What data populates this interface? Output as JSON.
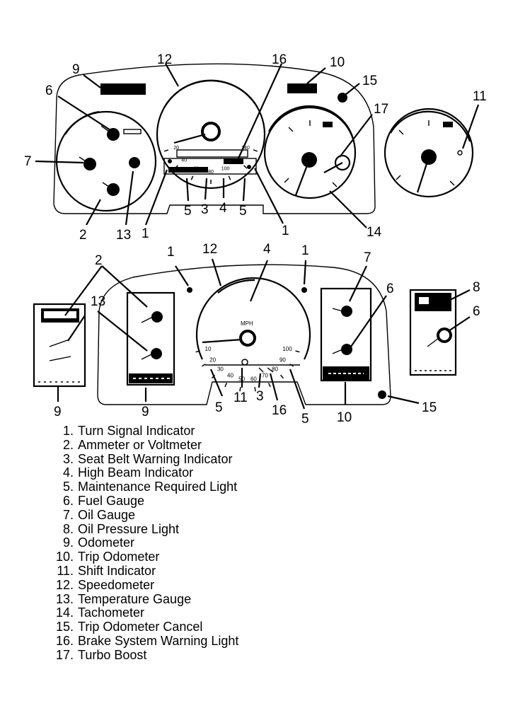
{
  "top_cluster": {
    "callouts": [
      "9",
      "12",
      "16",
      "10",
      "15",
      "6",
      "17",
      "11",
      "7",
      "5",
      "3",
      "4",
      "5",
      "2",
      "13",
      "1",
      "1",
      "14"
    ],
    "speedometer_ticks": [
      "20",
      "40",
      "60",
      "80",
      "100",
      "120",
      "140"
    ]
  },
  "bottom_cluster": {
    "callouts": [
      "2",
      "12",
      "4",
      "1",
      "1",
      "7",
      "13",
      "6",
      "8",
      "9",
      "9",
      "5",
      "11",
      "3",
      "16",
      "5",
      "10",
      "15"
    ],
    "speedometer_ticks": [
      "10",
      "20",
      "30",
      "40",
      "50",
      "60",
      "70",
      "80",
      "90",
      "100"
    ],
    "speed_unit": "MPH"
  },
  "legend": [
    {
      "num": "1.",
      "label": "Turn Signal Indicator"
    },
    {
      "num": "2.",
      "label": "Ammeter or Voltmeter"
    },
    {
      "num": "3.",
      "label": "Seat Belt Warning Indicator"
    },
    {
      "num": "4.",
      "label": "High Beam Indicator"
    },
    {
      "num": "5.",
      "label": "Maintenance Required Light"
    },
    {
      "num": "6.",
      "label": "Fuel Gauge"
    },
    {
      "num": "7.",
      "label": "Oil Gauge"
    },
    {
      "num": "8.",
      "label": "Oil Pressure Light"
    },
    {
      "num": "9.",
      "label": "Odometer"
    },
    {
      "num": "10.",
      "label": "Trip Odometer"
    },
    {
      "num": "11.",
      "label": "Shift Indicator"
    },
    {
      "num": "12.",
      "label": "Speedometer"
    },
    {
      "num": "13.",
      "label": "Temperature Gauge"
    },
    {
      "num": "14.",
      "label": "Tachometer"
    },
    {
      "num": "15.",
      "label": "Trip Odometer Cancel"
    },
    {
      "num": "16.",
      "label": "Brake System Warning Light"
    },
    {
      "num": "17.",
      "label": "Turbo Boost"
    }
  ]
}
